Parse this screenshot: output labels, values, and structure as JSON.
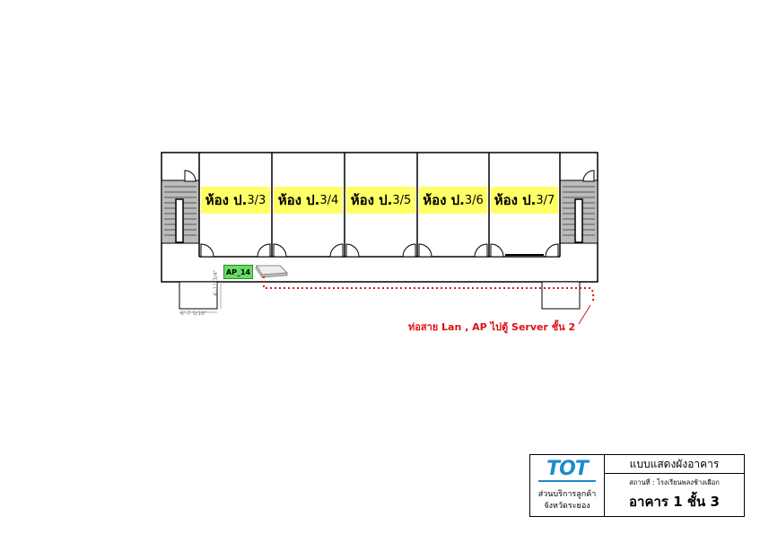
{
  "rooms": [
    {
      "prefix": "ห้อง ป.",
      "number": "3/3"
    },
    {
      "prefix": "ห้อง ป.",
      "number": "3/4"
    },
    {
      "prefix": "ห้อง ป.",
      "number": "3/5"
    },
    {
      "prefix": "ห้อง ป.",
      "number": "3/6"
    },
    {
      "prefix": "ห้อง ป.",
      "number": "3/7"
    }
  ],
  "access_point": {
    "label": "AP_14"
  },
  "cable_note": "ท่อสาย Lan , AP ไปตู้ Server ชั้น 2",
  "dimensions": {
    "width": "6'-7 5/16\"",
    "depth": "4'-11 3/4\""
  },
  "title_block": {
    "logo": "TOT",
    "dept_line1": "ส่วนบริการลูกค้า",
    "dept_line2": "จังหวัดระยอง",
    "title": "แบบแสดงผังอาคาร",
    "station": "สถานที่ : โรงเรียนพลงช้างเผือก",
    "building": "อาคาร 1 ชั้น 3"
  },
  "colors": {
    "room_label": "#ffff66",
    "ap_badge": "#66dd66",
    "cable": "#dd1111",
    "logo": "#1a8ccf"
  }
}
